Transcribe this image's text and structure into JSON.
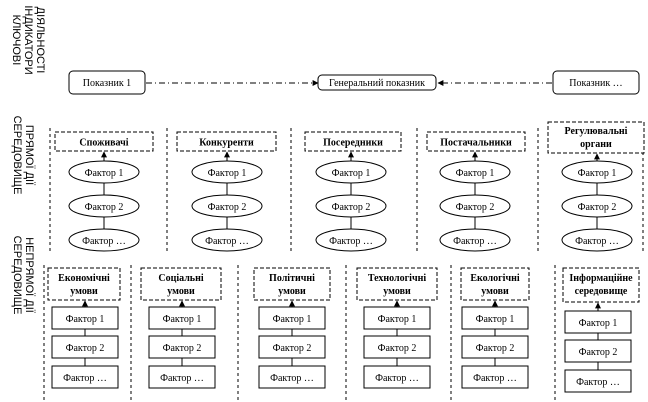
{
  "side_labels": {
    "top": [
      "КЛЮЧОВІ",
      "ІНДИКАТОРИ",
      "ДІЯЛЬНОСТІ"
    ],
    "middle": [
      "СЕРЕДОВИЩЕ",
      "ПРЯМОЇ ДІЇ"
    ],
    "bottom": [
      "СЕРЕДОВИЩЕ",
      "НЕПРЯМОЇ ДІЇ"
    ]
  },
  "indicators": {
    "left": "Показник 1",
    "center": "Генеральний показник",
    "right": "Показник …"
  },
  "direct": [
    {
      "title": [
        "Споживачі"
      ],
      "factors": [
        "Фактор 1",
        "Фактор 2",
        "Фактор …"
      ]
    },
    {
      "title": [
        "Конкуренти"
      ],
      "factors": [
        "Фактор 1",
        "Фактор 2",
        "Фактор …"
      ]
    },
    {
      "title": [
        "Посередники"
      ],
      "factors": [
        "Фактор 1",
        "Фактор 2",
        "Фактор …"
      ]
    },
    {
      "title": [
        "Постачальники"
      ],
      "factors": [
        "Фактор 1",
        "Фактор 2",
        "Фактор …"
      ]
    },
    {
      "title": [
        "Регулювальні",
        "органи"
      ],
      "factors": [
        "Фактор 1",
        "Фактор 2",
        "Фактор …"
      ]
    }
  ],
  "indirect": [
    {
      "title": [
        "Економічні",
        "умови"
      ],
      "factors": [
        "Фактор 1",
        "Фактор 2",
        "Фактор …"
      ]
    },
    {
      "title": [
        "Соціальні",
        "умови"
      ],
      "factors": [
        "Фактор 1",
        "Фактор 2",
        "Фактор …"
      ]
    },
    {
      "title": [
        "Політичні",
        "умови"
      ],
      "factors": [
        "Фактор 1",
        "Фактор 2",
        "Фактор …"
      ]
    },
    {
      "title": [
        "Технологічні",
        "умови"
      ],
      "factors": [
        "Фактор 1",
        "Фактор 2",
        "Фактор …"
      ]
    },
    {
      "title": [
        "Екологічні",
        "умови"
      ],
      "factors": [
        "Фактор 1",
        "Фактор 2",
        "Фактор …"
      ]
    },
    {
      "title": [
        "Інформаційне",
        "середовище"
      ],
      "factors": [
        "Фактор 1",
        "Фактор 2",
        "Фактор …"
      ]
    }
  ]
}
